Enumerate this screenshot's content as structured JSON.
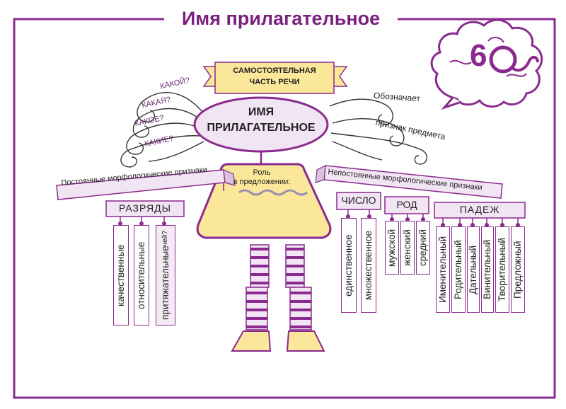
{
  "title": "Имя прилагательное",
  "badge": "6",
  "center": {
    "name_line1": "ИМЯ",
    "name_line2": "ПРИЛАГАТЕЛЬНОЕ",
    "scroll_line1": "САМОСТОЯТЕЛЬНАЯ",
    "scroll_line2": "ЧАСТЬ РЕЧИ",
    "role_line1": "Роль",
    "role_line2": "в предложении:"
  },
  "questions": [
    "КАКОЙ?",
    "КАКАЯ?",
    "КАКОЕ?",
    "КАКИЕ?"
  ],
  "meaning": {
    "line1": "Обозначает",
    "line2": "признак предмета"
  },
  "constant": {
    "banner": "Постоянные морфологические признаки",
    "header": "РАЗРЯДЫ",
    "items": [
      "качественные",
      "относительные",
      "притяжательные"
    ],
    "note": "чей?"
  },
  "variable": {
    "banner": "Непостоянные морфологические признаки",
    "groups": [
      {
        "header": "ЧИСЛО",
        "items": [
          "единственное",
          "множественное"
        ]
      },
      {
        "header": "РОД",
        "items": [
          "мужской",
          "женский",
          "средний"
        ]
      },
      {
        "header": "ПАДЕЖ",
        "items": [
          "Именительный",
          "Родительный",
          "Дательный",
          "Винительный",
          "Творительный",
          "Предложный"
        ]
      }
    ]
  },
  "colors": {
    "purple": "#8a2a8e",
    "lavender": "#f1e4f3",
    "yellow": "#fbe79a",
    "title": "#7a1f7e"
  }
}
